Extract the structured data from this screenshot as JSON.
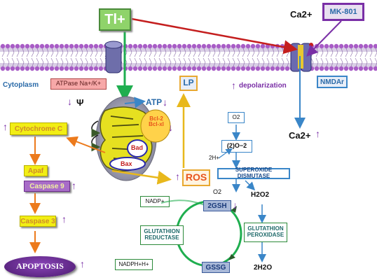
{
  "labels": {
    "tl": "Tl+",
    "mk801": "MK-801",
    "ca_top": "Ca2+",
    "cytoplasm": "Cytoplasm",
    "atpase": "ATPase Na+/K+",
    "lp": "LP",
    "depolarization": "depolarization",
    "nmdar": "NMDAr",
    "psi": "Ψ",
    "atp": "ATP",
    "o2_top": "O2",
    "bcl": "Bcl-2 Bcl-xl",
    "bad": "Bad",
    "bax": "Bax",
    "superoxide_radical": "(2)O−2",
    "h_plus": "2H+",
    "ca_bottom": "Ca2+",
    "cytochrome_c": "Cytochrome C",
    "ros": "ROS",
    "superoxide_dismutase": "SUPEROXIDE DISMUTASE",
    "apaf": "Apaf",
    "caspase9": "Caspase 9",
    "o2_low": "O2",
    "h2o2": "H2O2",
    "nadp": "NADP+",
    "gsh": "2GSH",
    "caspase3": "Caspase 3",
    "glutathion_reductase": "GLUTATHION REDUCTASE",
    "glutathion_peroxidase": "GLUTATHION PEROXIDASE",
    "apoptosis": "APOPTOSIS",
    "nadph": "NADPH+H+",
    "gssg": "GSSG",
    "h2o": "2H2O"
  },
  "colors": {
    "membrane": "#a85cc6",
    "tl_box": "#8fd36a",
    "arrow_red": "#c41e1e",
    "arrow_green": "#1fae4f",
    "arrow_blue": "#3a86c8",
    "arrow_orange": "#ec7a1c",
    "arrow_yellow": "#e8b81c",
    "up_arrow": "#7a2fa6"
  }
}
